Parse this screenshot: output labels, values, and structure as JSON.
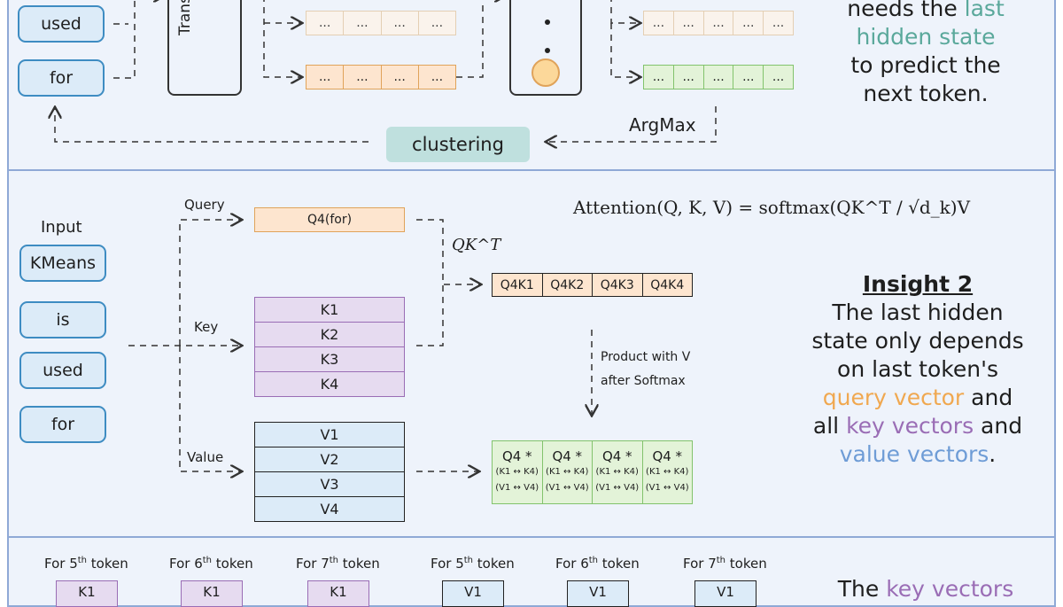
{
  "top": {
    "tokens": [
      "used",
      "for"
    ],
    "transformer_label": "Transformer layers",
    "ellipsis": "...",
    "cells": [
      "...",
      "...",
      "...",
      "...",
      "..."
    ],
    "argmax": "ArgMax",
    "clustering": "clustering",
    "insight_lines": [
      {
        "parts": [
          {
            "text": "needs the ",
            "tone": "plain"
          },
          {
            "text": "last",
            "tone": "green"
          }
        ]
      },
      {
        "parts": [
          {
            "text": "hidden state",
            "tone": "green"
          }
        ]
      },
      {
        "parts": [
          {
            "text": "to predict the",
            "tone": "plain"
          }
        ]
      },
      {
        "parts": [
          {
            "text": "next token.",
            "tone": "plain"
          }
        ]
      }
    ]
  },
  "middle": {
    "input_label": "Input",
    "tokens": [
      "KMeans",
      "is",
      "used",
      "for"
    ],
    "query_label": "Query",
    "key_label": "Key",
    "value_label": "Value",
    "query_box": "Q4(for)",
    "keys": [
      "K1",
      "K2",
      "K3",
      "K4"
    ],
    "values": [
      "V1",
      "V2",
      "V3",
      "V4"
    ],
    "qkt_label": "QK^T",
    "qk_cells": [
      "Q4K1",
      "Q4K2",
      "Q4K3",
      "Q4K4"
    ],
    "product_label_1": "Product with V",
    "product_label_2": "after Softmax",
    "result_cells": [
      {
        "top": "Q4 *",
        "mid": "(K1 ↔ K4)",
        "bot": "(V1 ↔ V4)"
      },
      {
        "top": "Q4 *",
        "mid": "(K1 ↔ K4)",
        "bot": "(V1 ↔ V4)"
      },
      {
        "top": "Q4 *",
        "mid": "(K1 ↔ K4)",
        "bot": "(V1 ↔ V4)"
      },
      {
        "top": "Q4 *",
        "mid": "(K1 ↔ K4)",
        "bot": "(V1 ↔ V4)"
      }
    ],
    "formula": "Attention(Q, K, V) = softmax(QK^T / √d_k)V",
    "insight_title": "Insight 2",
    "insight_lines": [
      {
        "parts": [
          {
            "text": "The last hidden",
            "tone": "plain"
          }
        ]
      },
      {
        "parts": [
          {
            "text": "state only depends",
            "tone": "plain"
          }
        ]
      },
      {
        "parts": [
          {
            "text": "on last token's",
            "tone": "plain"
          }
        ]
      },
      {
        "parts": [
          {
            "text": "query vector",
            "tone": "orange"
          },
          {
            "text": " and",
            "tone": "plain"
          }
        ]
      },
      {
        "parts": [
          {
            "text": "all ",
            "tone": "plain"
          },
          {
            "text": "key vectors",
            "tone": "purple"
          },
          {
            "text": " and",
            "tone": "plain"
          }
        ]
      },
      {
        "parts": [
          {
            "text": "value vectors",
            "tone": "blue"
          },
          {
            "text": ".",
            "tone": "plain"
          }
        ]
      }
    ]
  },
  "bottom": {
    "headers": [
      {
        "pre": "For 5",
        "sup": "th",
        "post": " token"
      },
      {
        "pre": "For 6",
        "sup": "th",
        "post": " token"
      },
      {
        "pre": "For 7",
        "sup": "th",
        "post": " token"
      },
      {
        "pre": "For 5",
        "sup": "th",
        "post": " token"
      },
      {
        "pre": "For 6",
        "sup": "th",
        "post": " token"
      },
      {
        "pre": "For 7",
        "sup": "th",
        "post": " token"
      }
    ],
    "boxes": [
      "K1",
      "K1",
      "K1",
      "V1",
      "V1",
      "V1"
    ],
    "insight_parts": [
      {
        "text": "The ",
        "tone": "plain"
      },
      {
        "text": "key vectors",
        "tone": "purple"
      }
    ]
  },
  "colors": {
    "panel_bg": "#eef3fb",
    "panel_border": "#8fa9d6",
    "token_border": "#3e8cc2",
    "token_bg": "#dcebf8",
    "orange_fill": "#fde5cf",
    "orange_border": "#e0a35a",
    "green_fill": "#e3f3d8",
    "green_border": "#82c36c",
    "purple_fill": "#e6dbf0",
    "purple_border": "#9a6db5",
    "blue_fill": "#dcebf8",
    "teal_fill": "#bfe0de",
    "query_text": "#f0a850",
    "key_text": "#9a6db5",
    "value_text": "#6e9cd6",
    "hidden_text": "#5aa89b"
  }
}
